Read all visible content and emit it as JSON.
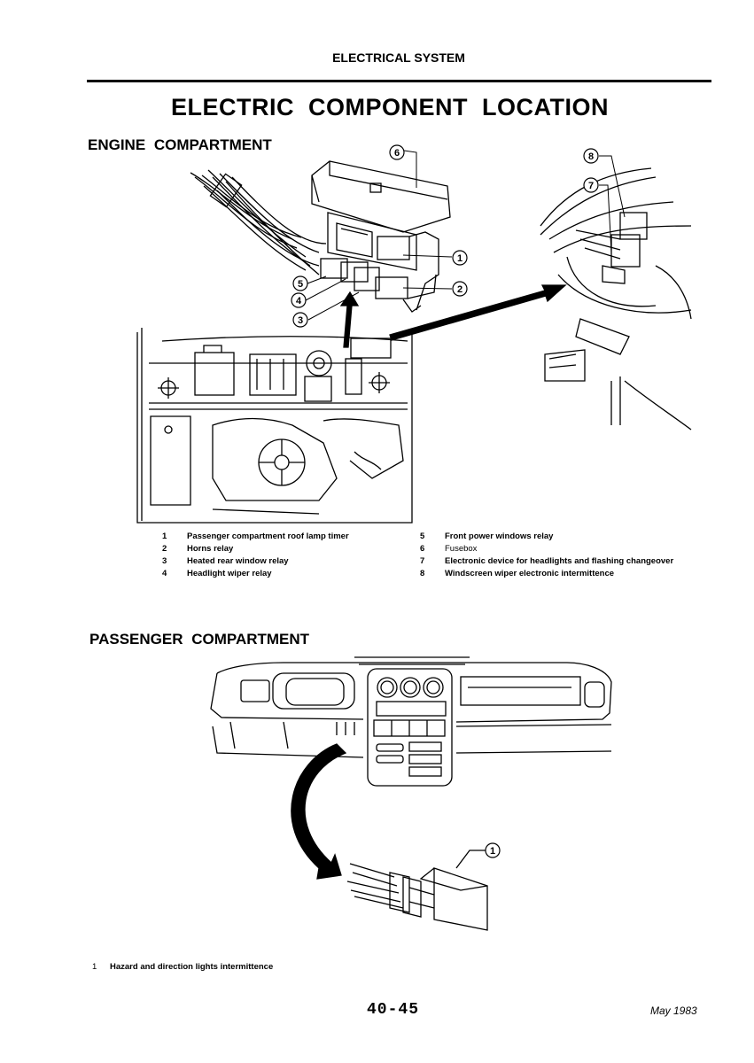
{
  "header": {
    "title": "ELECTRICAL SYSTEM"
  },
  "main_title": "ELECTRIC COMPONENT LOCATION",
  "engine_section": {
    "title": "ENGINE COMPARTMENT",
    "callouts": [
      "1",
      "2",
      "3",
      "4",
      "5",
      "6",
      "7",
      "8"
    ],
    "legend_left": [
      {
        "num": "1",
        "text": "Passenger compartment roof lamp timer"
      },
      {
        "num": "2",
        "text": "Horns relay"
      },
      {
        "num": "3",
        "text": "Heated rear window relay"
      },
      {
        "num": "4",
        "text": "Headlight wiper relay"
      }
    ],
    "legend_right": [
      {
        "num": "5",
        "text": "Front power windows relay"
      },
      {
        "num": "6",
        "text": "Fusebox"
      },
      {
        "num": "7",
        "text": "Electronic device for headlights and flashing changeover"
      },
      {
        "num": "8",
        "text": "Windscreen wiper electronic intermittence"
      }
    ]
  },
  "passenger_section": {
    "title": "PASSENGER COMPARTMENT",
    "callouts": [
      "1"
    ],
    "legend": [
      {
        "num": "1",
        "text": "Hazard and direction lights intermittence"
      }
    ]
  },
  "footer": {
    "page_number": "40-45",
    "date": "May 1983"
  }
}
